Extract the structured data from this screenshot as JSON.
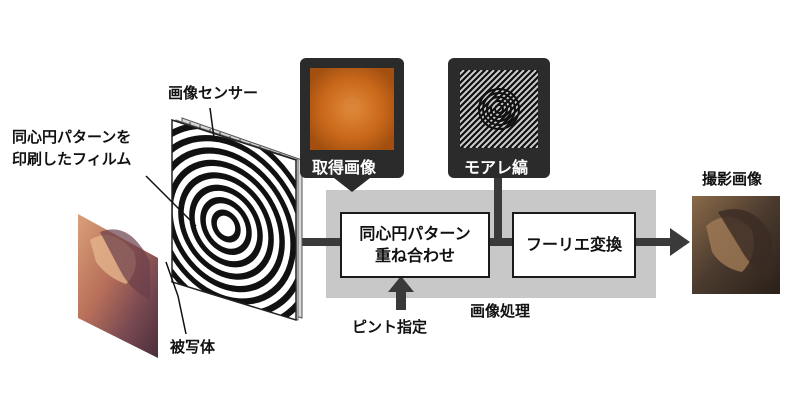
{
  "labels": {
    "sensor": "画像センサー",
    "film_line1": "同心円パターンを",
    "film_line2": "印刷したフィルム",
    "subject": "被写体",
    "captured": "取得画像",
    "moire": "モアレ縞",
    "output": "撮影画像",
    "processing": "画像処理",
    "focus": "ピント指定"
  },
  "boxes": {
    "overlay_line1": "同心円パターン",
    "overlay_line2": "重ね合わせ",
    "fourier": "フーリエ変換"
  },
  "colors": {
    "dark": "#2b2b2b",
    "processing_panel": "#c8c8c8",
    "captured_orange": "#c9681a",
    "arrow": "#3a3a3a"
  }
}
